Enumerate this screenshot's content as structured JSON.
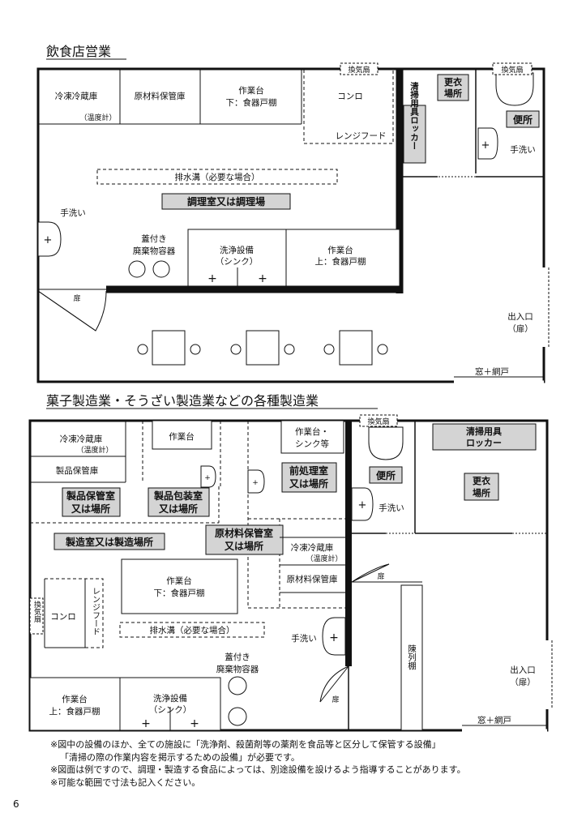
{
  "section1": {
    "title": "飲食店営業",
    "labels": {
      "freezer": "冷凍冷蔵庫",
      "thermometer": "（温度計）",
      "raw_storage": "原材料保管庫",
      "worktable": "作業台",
      "worktable_under": "下：食器戸棚",
      "stove": "コンロ",
      "range_hood": "レンジフード",
      "vent_fan": "換気扇",
      "cleaning_locker": "清掃用具ロッカー",
      "changing_room_1": "更衣",
      "changing_room_2": "場所",
      "toilet": "便所",
      "handwash": "手洗い",
      "drain": "排水溝（必要な場合）",
      "kitchen": "調理室又は調理場",
      "waste_1": "蓋付き",
      "waste_2": "廃棄物容器",
      "sink_1": "洗浄設備",
      "sink_2": "（シンク）",
      "worktable_over": "上：食器戸棚",
      "door": "扉",
      "entrance_1": "出入口",
      "entrance_2": "（扉）",
      "window": "窓＋網戸"
    }
  },
  "section2": {
    "title": "菓子製造業・そうざい製造業などの各種製造業",
    "labels": {
      "freezer": "冷凍冷蔵庫",
      "thermometer": "（温度計）",
      "worktable": "作業台",
      "worktable_sink_1": "作業台・",
      "worktable_sink_2": "シンク等",
      "vent_fan": "換気扇",
      "cleaning_locker_1": "清掃用具",
      "cleaning_locker_2": "ロッカー",
      "product_storage": "製品保管庫",
      "product_room_1": "製品保管室",
      "product_room_2": "又は場所",
      "packaging_room_1": "製品包装室",
      "packaging_room_2": "又は場所",
      "prep_room_1": "前処理室",
      "prep_room_2": "又は場所",
      "toilet": "便所",
      "changing_room_1": "更衣",
      "changing_room_2": "場所",
      "handwash": "手洗い",
      "raw_room_1": "原材料保管室",
      "raw_room_2": "又は場所",
      "manufacturing_room": "製造室又は製造場所",
      "raw_storage": "原材料保管庫",
      "door": "扉",
      "worktable_under": "下：食器戸棚",
      "stove": "コンロ",
      "range_hood": "レンジフード",
      "vent_v": "換気扇",
      "drain": "排水溝（必要な場合）",
      "display_shelf": "陳列棚",
      "waste_1": "蓋付き",
      "waste_2": "廃棄物容器",
      "worktable_over": "上：食器戸棚",
      "sink_1": "洗浄設備",
      "sink_2": "（シンク）",
      "entrance_1": "出入口",
      "entrance_2": "（扉）",
      "window": "窓＋網戸"
    }
  },
  "notes": [
    "※図中の設備のほか、全ての施設に「洗浄剤、殺菌剤等の薬剤を食品等と区分して保管する設備」",
    "「清掃の際の作業内容を掲示するための設備」が必要です。",
    "※図面は例ですので、調理・製造する食品によっては、別途設備を設けるよう指導することがあります。",
    "※可能な範囲で寸法も記入ください。"
  ],
  "page_number": "6"
}
